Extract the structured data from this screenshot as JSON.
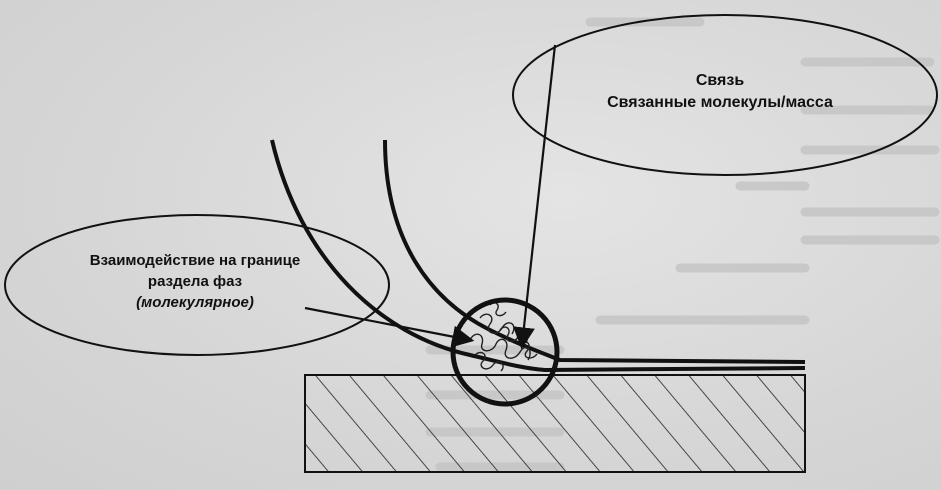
{
  "labels": {
    "bond": {
      "line1": "Связь",
      "line2": "Связанные молекулы/масса"
    },
    "interface": {
      "line1": "Взаимодействие на границе",
      "line2": "раздела фаз",
      "line3": "(молекулярное)"
    }
  },
  "colors": {
    "ink": "#111111",
    "background": "#d9d9d9"
  }
}
